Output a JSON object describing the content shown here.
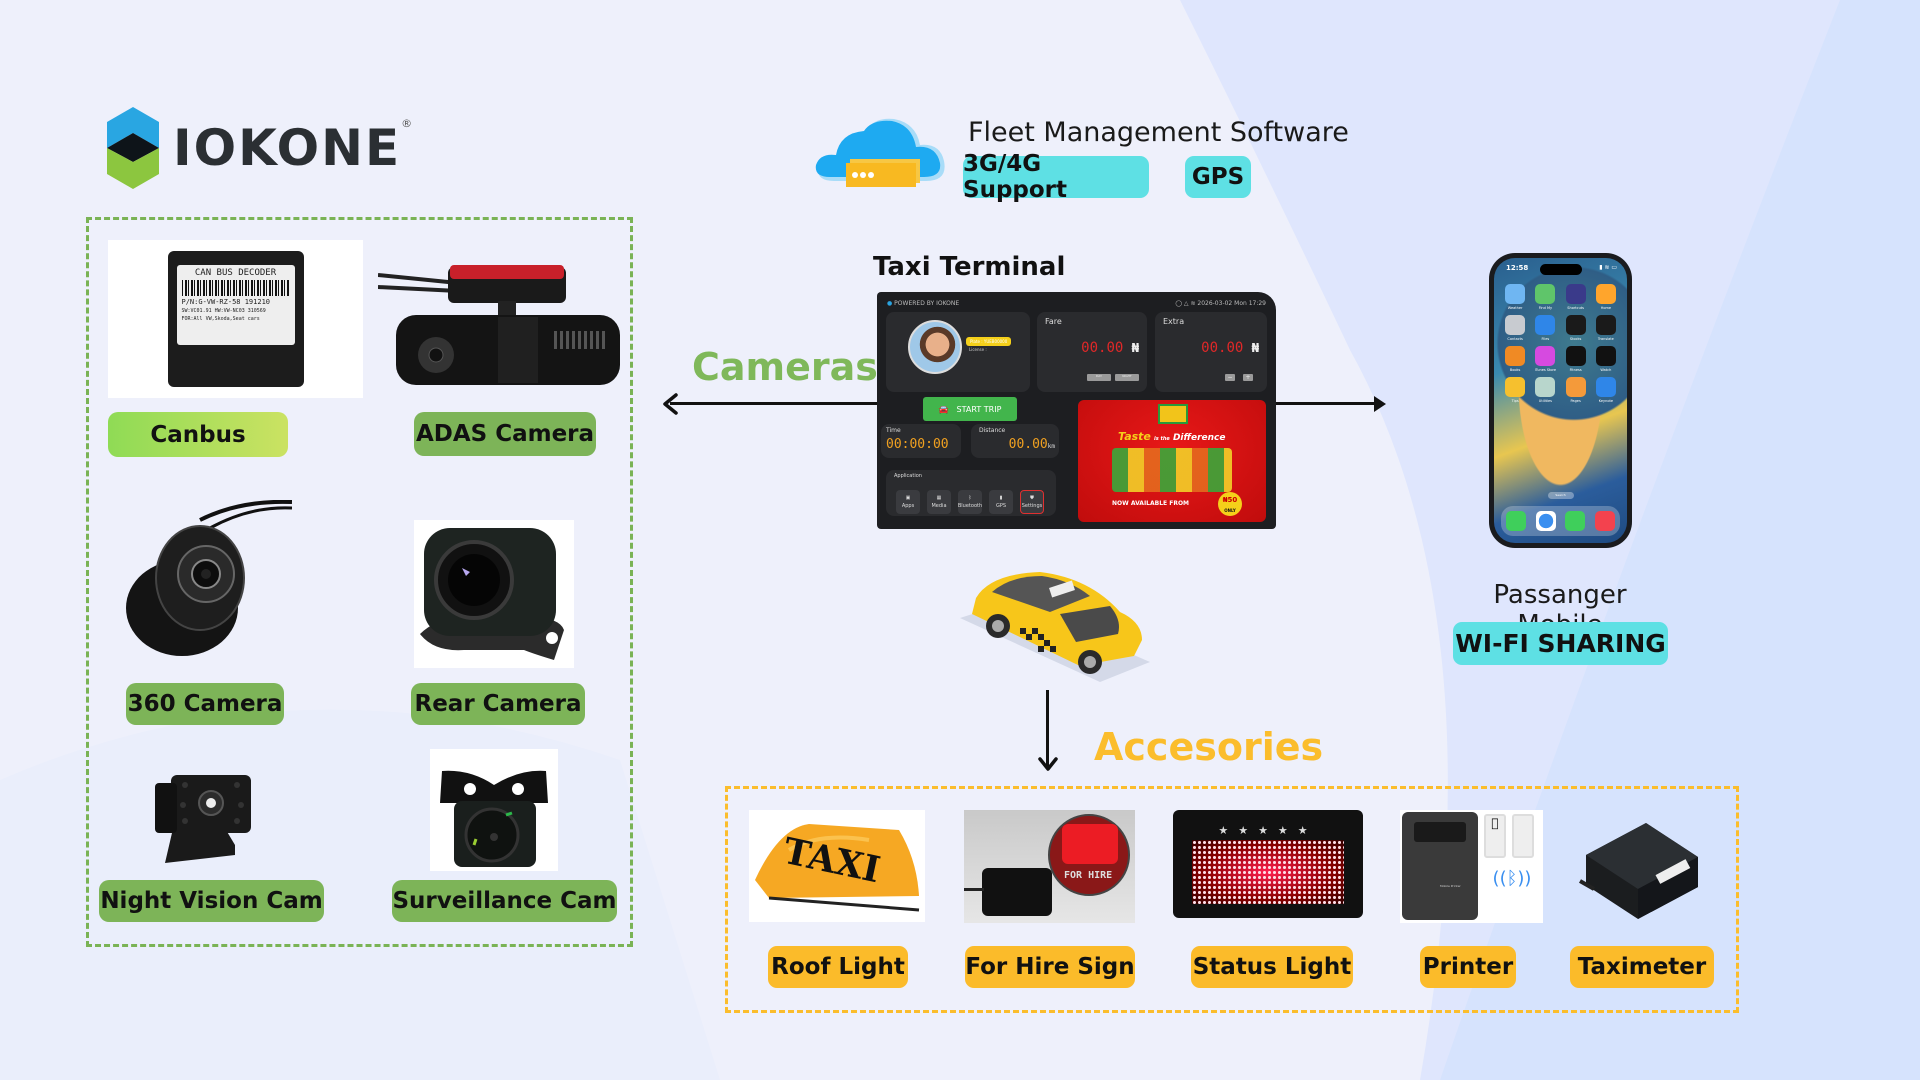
{
  "brand": {
    "name": "IOKONE",
    "registered_mark": "®"
  },
  "fleet": {
    "title": "Fleet Management Software",
    "badges": [
      "3G/4G Support",
      "GPS"
    ],
    "icon": "cloud-server-icon"
  },
  "cameras": {
    "title": "Cameras",
    "title_color": "#7fb85a",
    "items": [
      {
        "label": "Canbus",
        "icon": "can-bus-decoder-image",
        "image_text": [
          "CAN BUS DECODER",
          "P/N:G-VW-RZ-58  191210",
          "SW:VC01.91 HW:VW-NC03  310569",
          "FOR:All VW,Skoda,Seat cars"
        ]
      },
      {
        "label": "ADAS Camera",
        "icon": "adas-camera-image"
      },
      {
        "label": "360 Camera",
        "icon": "dome-camera-image"
      },
      {
        "label": "Rear Camera",
        "icon": "rear-camera-image"
      },
      {
        "label": "Night Vision Cam",
        "icon": "night-vision-camera-image"
      },
      {
        "label": "Surveillance Cam",
        "icon": "surveillance-camera-image"
      }
    ]
  },
  "terminal": {
    "title": "Taxi Terminal",
    "screen": {
      "powered_by": "POWERED BY IOKONE",
      "datetime": "2026-03-02  Mon  17:29",
      "plate_label": "Plate : YUEB00000",
      "license_label": "License :",
      "fare_label": "Fare",
      "fare_value": "00.00",
      "currency": "₦",
      "fare_buttons": [
        "DAY",
        "NIGHT"
      ],
      "extra_label": "Extra",
      "extra_value": "00.00",
      "extra_buttons": [
        "−",
        "+"
      ],
      "start_trip": "START TRIP",
      "time_label": "Time",
      "time_value": "00:00:00",
      "distance_label": "Distance",
      "distance_value": "00.00",
      "distance_unit": "km",
      "application_label": "Application",
      "apps": [
        "Apps",
        "Media",
        "Bluetooth",
        "GPS",
        "Settings"
      ],
      "ad": {
        "headline_1": "Taste",
        "headline_2": "is the",
        "headline_3": "Difference",
        "footer": "NOW AVAILABLE FROM",
        "price": "₦50",
        "price_suffix": "ONLY"
      }
    }
  },
  "passenger": {
    "title": "Passanger Mobile",
    "badge": "WI-FI SHARING",
    "phone": {
      "time": "12:58",
      "apps": [
        "Weather",
        "Find My",
        "Shortcuts",
        "Home",
        "Contacts",
        "Files",
        "Stocks",
        "Translate",
        "Books",
        "iTunes Store",
        "Fitness",
        "Watch",
        "Tips",
        "Utilities",
        "Pages",
        "Keynote"
      ],
      "search": "Search",
      "dock": [
        "phone-icon",
        "safari-icon",
        "messages-icon",
        "music-icon"
      ]
    }
  },
  "accessories": {
    "title": "Accesories",
    "title_color": "#fbbd2c",
    "items": [
      {
        "label": "Roof Light",
        "image_text": "TAXI"
      },
      {
        "label": "For Hire Sign",
        "image_text": "FOR HIRE"
      },
      {
        "label": "Status Light"
      },
      {
        "label": "Printer",
        "image_text": "Mobile Printer"
      },
      {
        "label": "Taximeter"
      }
    ]
  },
  "colors": {
    "cyan_badge": "#5ee0e4",
    "green_label": "#7db458",
    "orange_label": "#fbbb2a",
    "background_left": "#eef0fb",
    "background_right": "#d6e3fd"
  }
}
